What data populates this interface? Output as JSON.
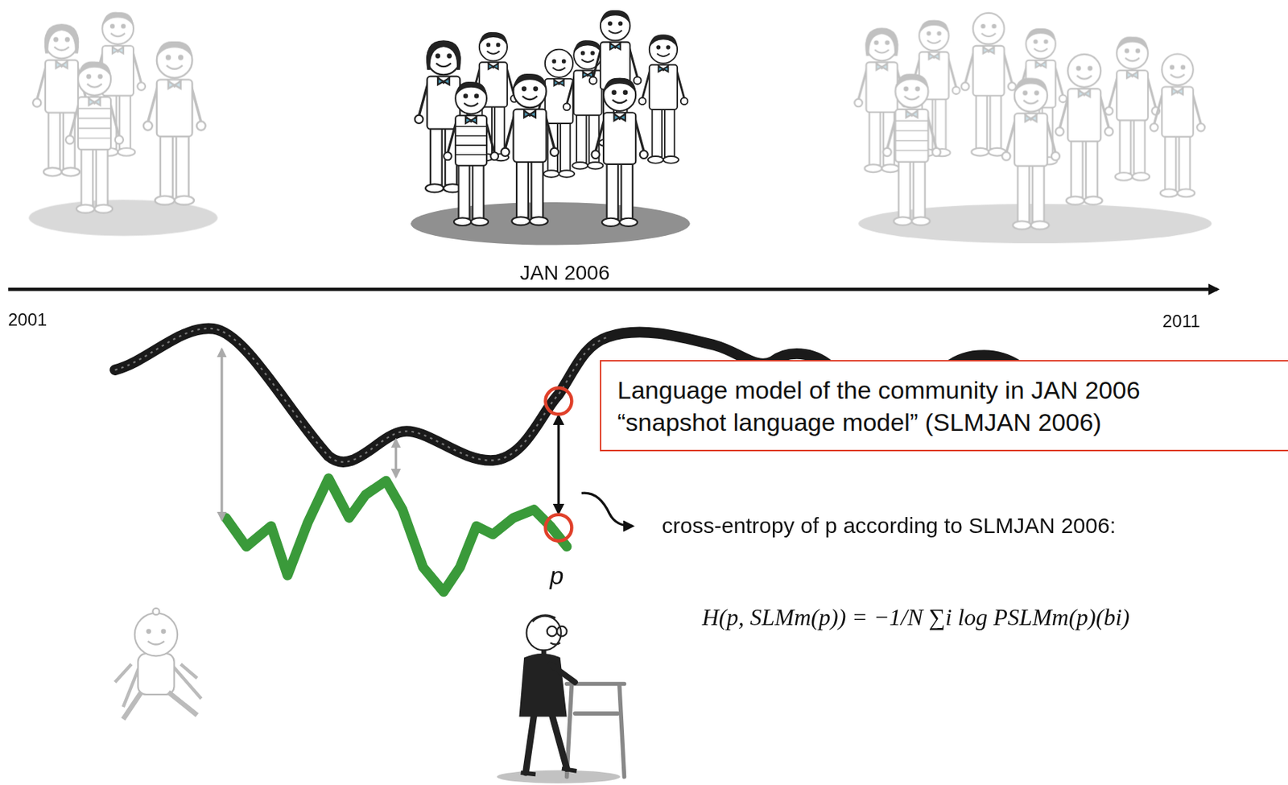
{
  "diagram": {
    "nodes": [
      {
        "text": [
          "Language model of the community in JAN 2006",
          "“snapshot language model” (SLMJAN 2006)"
        ]
      }
    ],
    "labels": [
      "JAN 2006",
      "2001",
      "2011",
      "p",
      "cross-entropy of p according to SLMJAN 2006:",
      "H(p, SLMm(p)) = −1/N ∑i log PSLMm(p)(bi)"
    ]
  }
}
